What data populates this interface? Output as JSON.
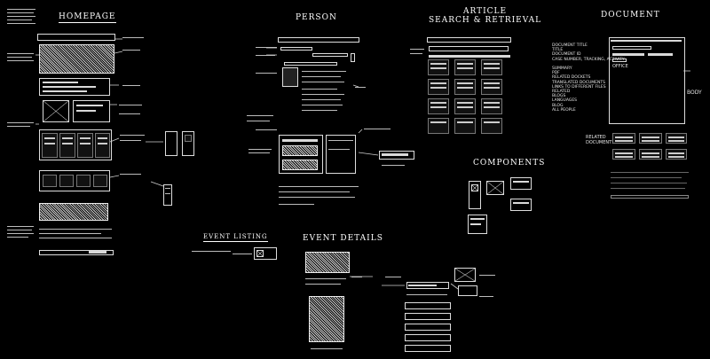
{
  "sections": {
    "homepage": "Homepage",
    "person": "Person",
    "article_search": "Article\nSearch & Retrieval",
    "document": "Document",
    "components": "Components",
    "event_listing": "Event Listing",
    "event_details": "Event Details"
  },
  "document_notes": {
    "fields": "Document Title\nTitle\nDocument ID\nCase Number, Tracking, Activity\n\nSummary\nPDF\nRelated Dockets\nTranslated Documents\nLinks to Different Files\nRelated\nBlogs\nLanguages\nBlog\nAll People",
    "office": "Office",
    "body": "Body",
    "related_documents": "Related\nDocuments"
  },
  "colors": {
    "background": "#000000",
    "ink": "#f2f2f2"
  }
}
